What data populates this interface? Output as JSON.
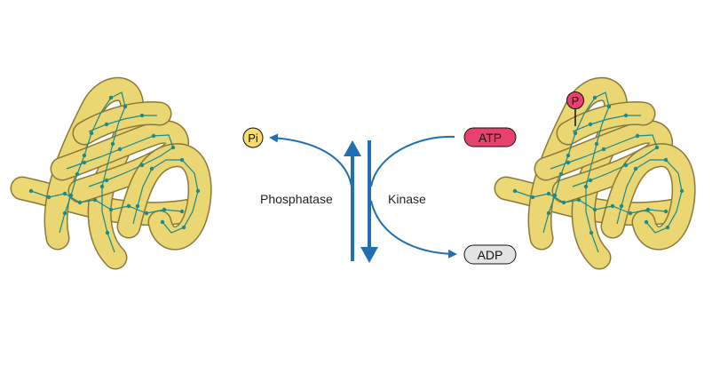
{
  "diagram": {
    "labels": {
      "phosphatase": "Phosphatase",
      "kinase": "Kinase",
      "atp": "ATP",
      "adp": "ADP",
      "pi": "Pi",
      "phosphate": "P"
    },
    "colors": {
      "arrow": "#1f6fb2",
      "protein_fill": "#f7e27a",
      "protein_stroke": "#8a7a3a",
      "chain": "#1a8a8a",
      "atp_fill": "#e8416e",
      "adp_fill": "#e3e3e3",
      "pi_fill": "#f9dc6a",
      "phosphate_fill": "#e8416e"
    },
    "icons": {
      "left_protein": "folded-protein-icon",
      "right_protein": "phosphorylated-protein-icon"
    }
  }
}
